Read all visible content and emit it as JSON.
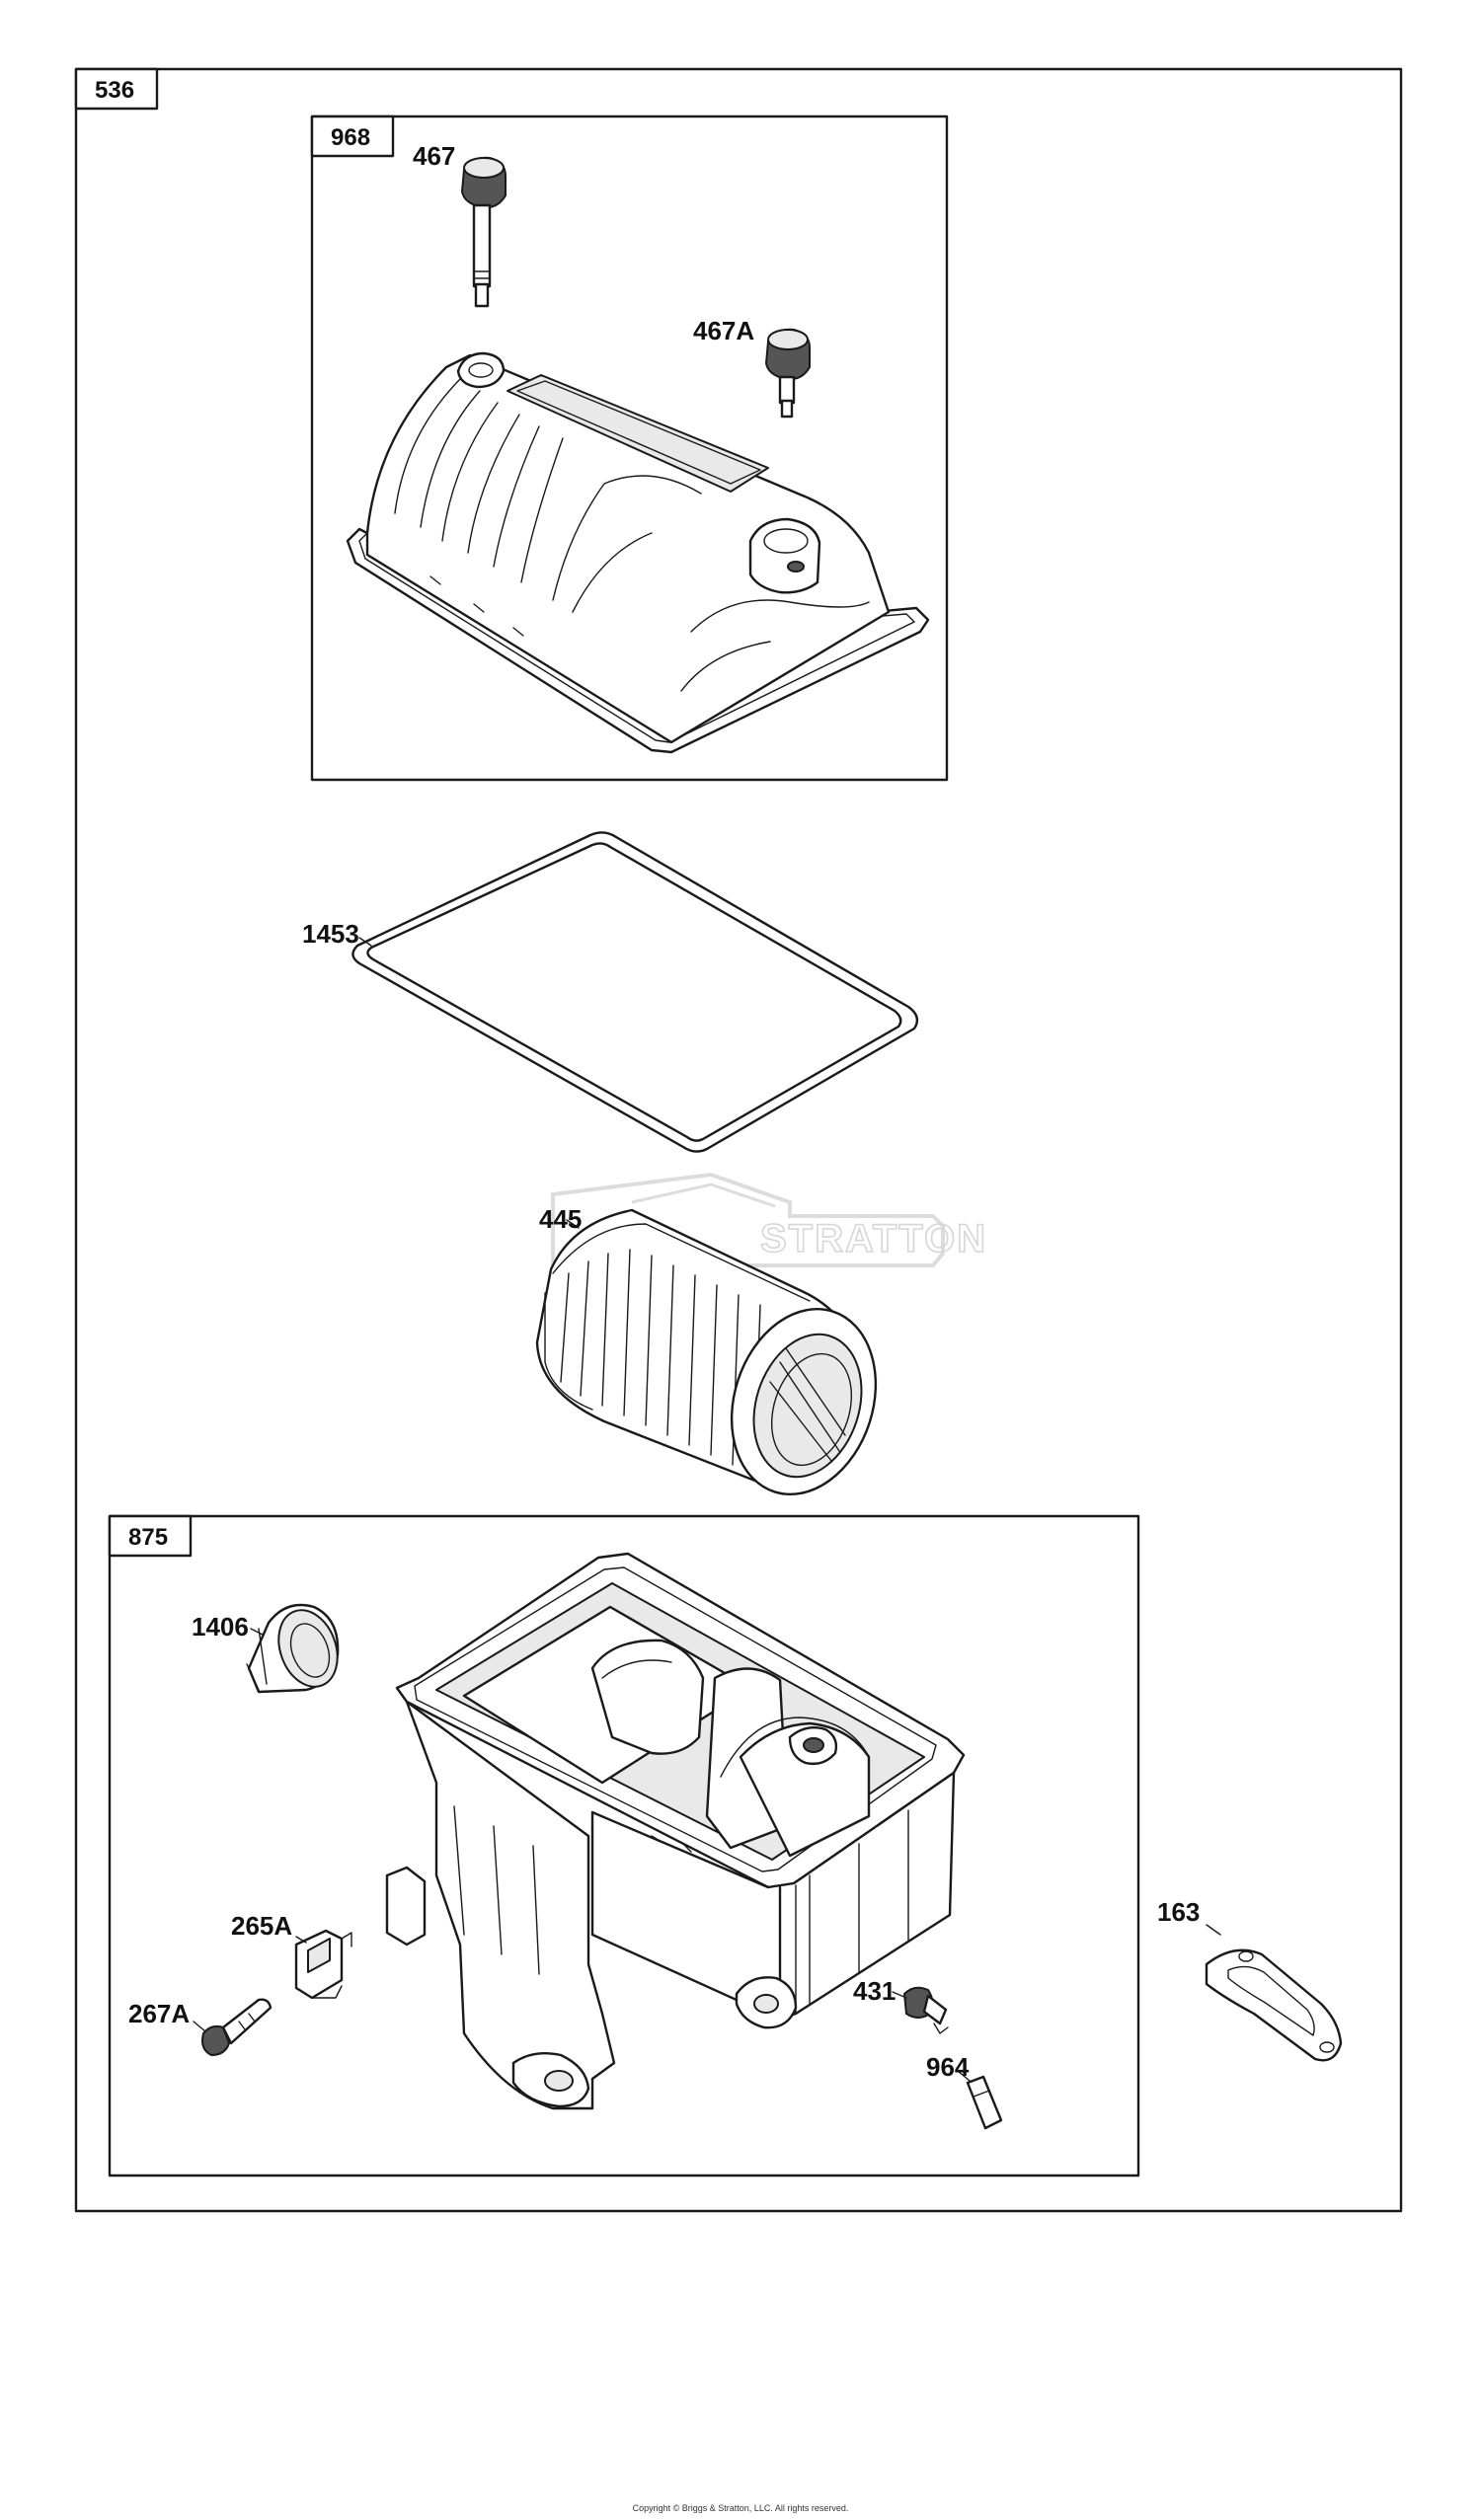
{
  "assemblies": {
    "main": "536",
    "cover": "968",
    "base": "875"
  },
  "parts": {
    "p467": "467",
    "p467a": "467A",
    "p1453": "1453",
    "p445": "445",
    "p1406": "1406",
    "p265a": "265A",
    "p267a": "267A",
    "p431": "431",
    "p964": "964",
    "p163": "163"
  },
  "watermark": "STRATTON",
  "copyright": "Copyright © Briggs & Stratton, LLC. All rights reserved."
}
